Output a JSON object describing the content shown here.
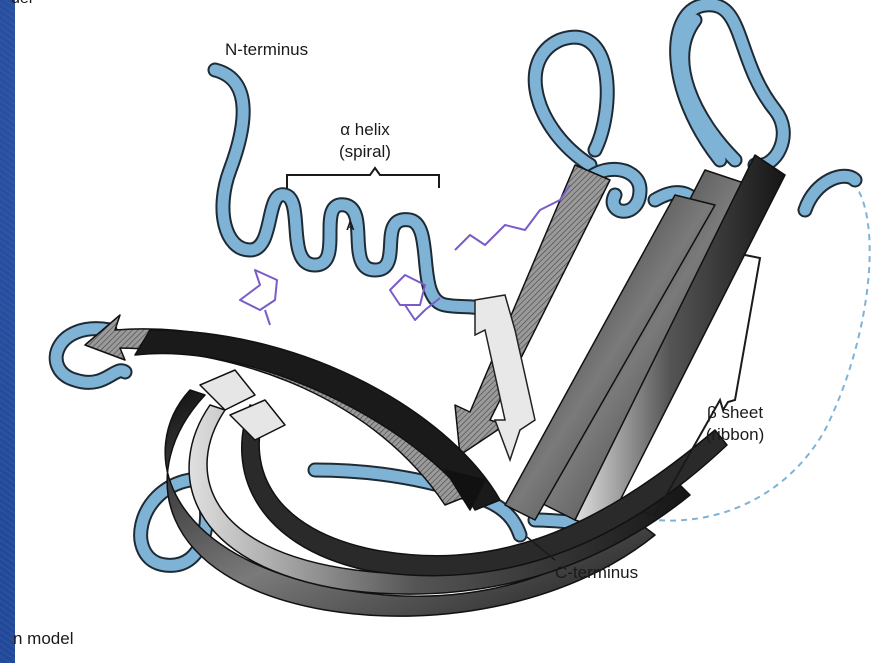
{
  "labels": {
    "top_fragment": "der",
    "n_terminus": "N-terminus",
    "alpha_helix_line1": "α helix",
    "alpha_helix_line2": "(spiral)",
    "helix_letter": "A",
    "beta_sheet_line1": "β sheet",
    "beta_sheet_line2": "(ribbon)",
    "c_terminus": "C-terminus",
    "caption": "n model"
  },
  "colors": {
    "background": "#234b9c",
    "panel": "#ffffff",
    "coil": "#7fb3d6",
    "coil_outline": "#1e2a34",
    "strand_dark": "#2a2a2a",
    "strand_light": "#d9d9d9",
    "side_chain": "#7a5cc8"
  }
}
